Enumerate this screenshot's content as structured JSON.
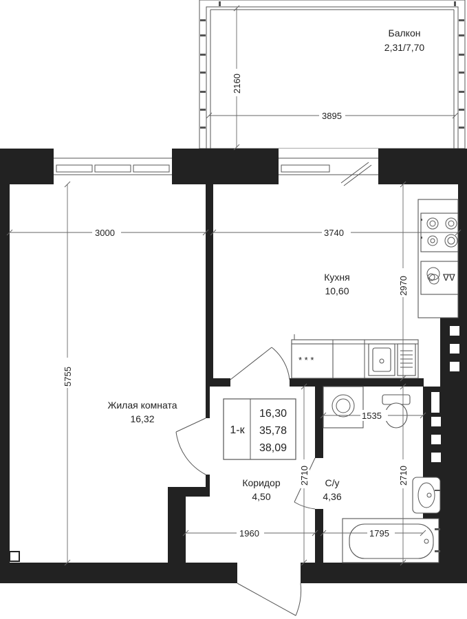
{
  "rooms": {
    "balcony": {
      "name": "Балкон",
      "area": "2,31/7,70"
    },
    "kitchen": {
      "name": "Кухня",
      "area": "10,60"
    },
    "living": {
      "name": "Жилая комната",
      "area": "16,32"
    },
    "corridor": {
      "name": "Коридор",
      "area": "4,50"
    },
    "bathroom": {
      "name": "С/у",
      "area": "4,36"
    }
  },
  "summary": {
    "type": "1-к",
    "living_area": "16,30",
    "total_area": "35,78",
    "total_with_balcony": "38,09"
  },
  "dimensions": {
    "balcony_depth": "2160",
    "balcony_width": "3895",
    "living_width": "3000",
    "kitchen_width": "3740",
    "kitchen_depth": "2970",
    "living_depth": "5755",
    "bath_width": "1535",
    "corridor_depth": "2710",
    "bath_depth": "2710",
    "corridor_width": "1960",
    "bath_width_lower": "1795"
  },
  "icons": [
    "stove-icon",
    "sink-icon",
    "toilet-icon",
    "washing-machine-icon",
    "bathtub-icon",
    "washbasin-icon",
    "dishwasher-icon"
  ]
}
